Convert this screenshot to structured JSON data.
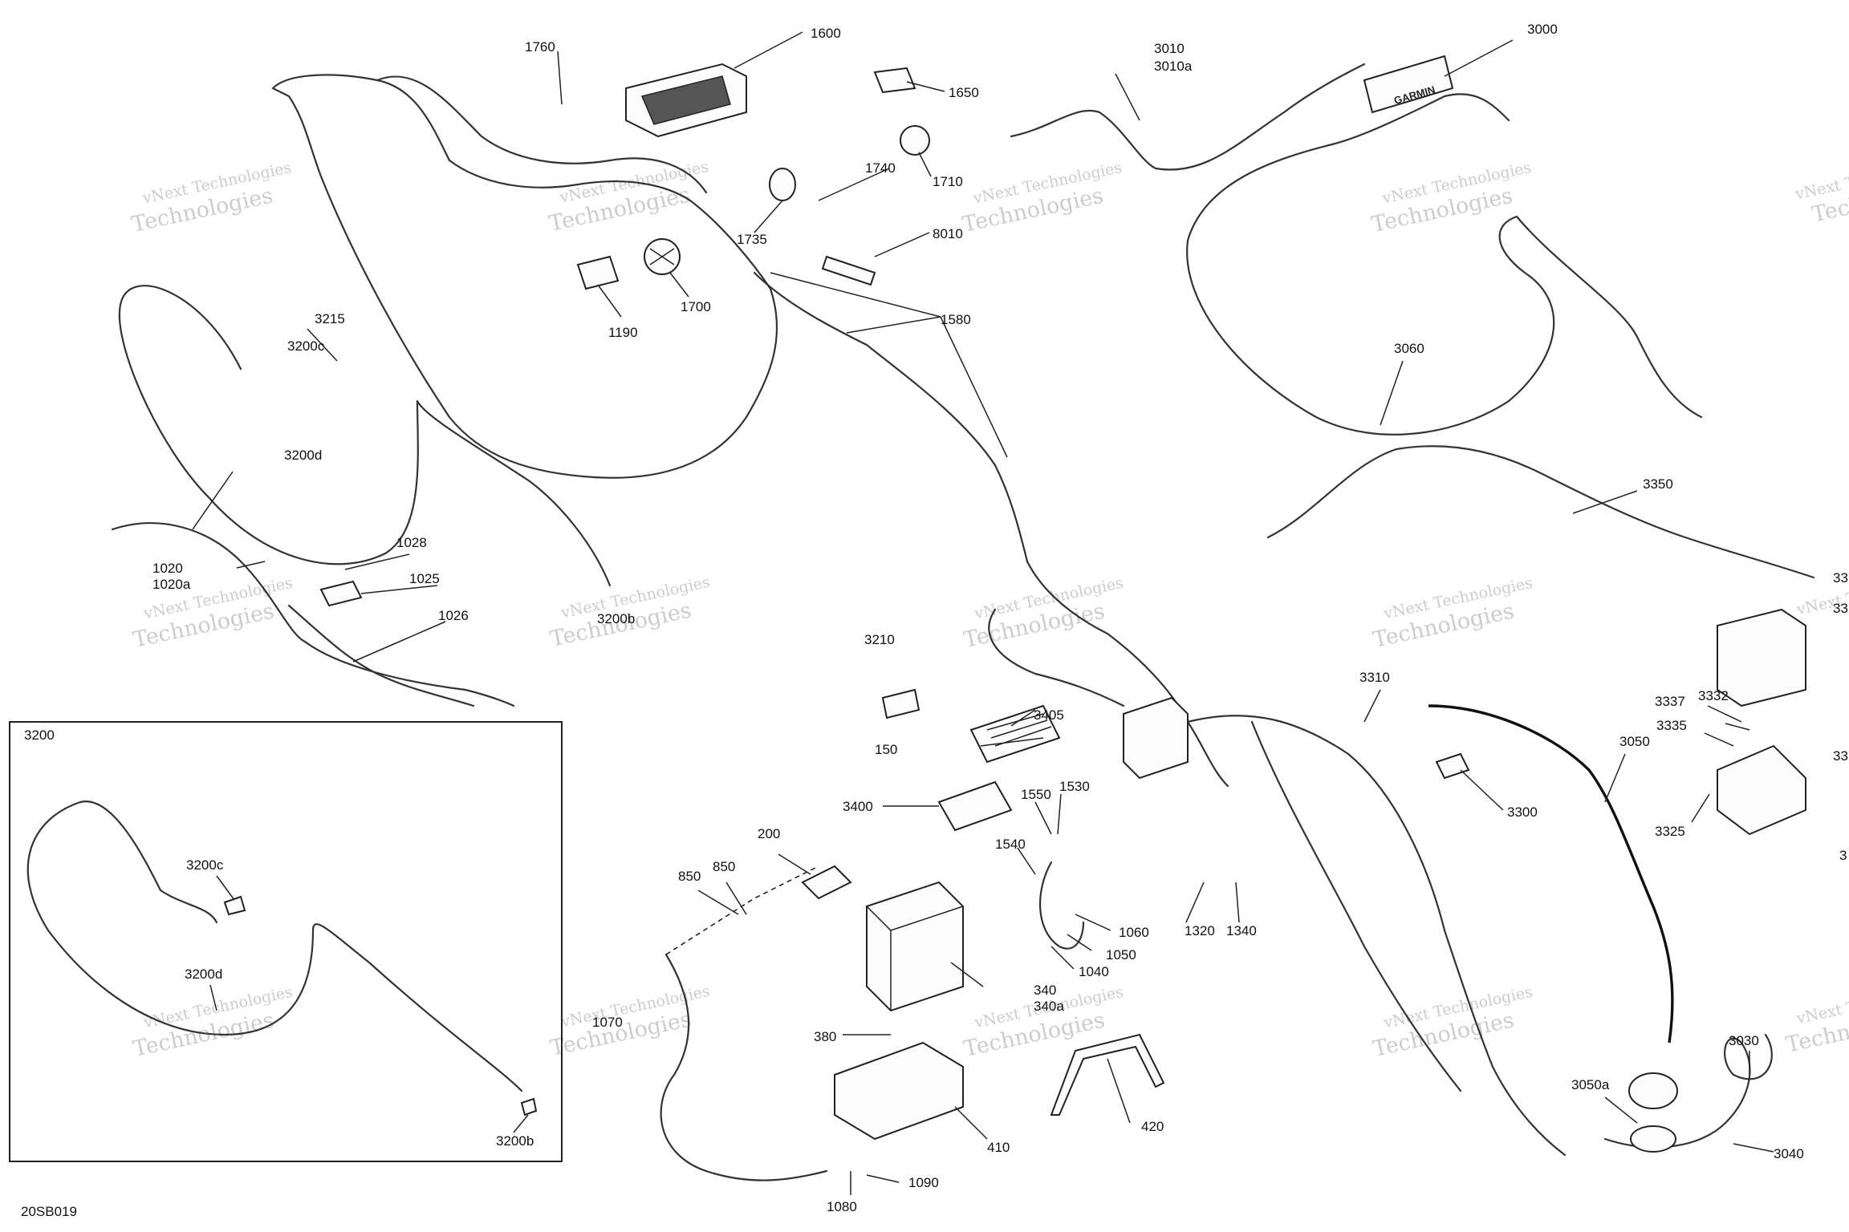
{
  "diagram_code": "20SB019",
  "inset_label": "3200",
  "watermark": {
    "line1": "vNext Technologies",
    "line2": "Technologies",
    "line3": "vNext"
  },
  "gps_brand": "GARMIN",
  "callouts": {
    "c1600": "1600",
    "c1760": "1760",
    "c1650": "1650",
    "c1740": "1740",
    "c1710": "1710",
    "c1735": "1735",
    "c8010": "8010",
    "c1190": "1190",
    "c1700": "1700",
    "c1580": "1580",
    "c3010": "3010",
    "c3010a": "3010a",
    "c3000": "3000",
    "c3060": "3060",
    "c3350": "3350",
    "c3215": "3215",
    "c3200c": "3200c",
    "c3200d": "3200d",
    "c1028": "1028",
    "c1020": "1020",
    "c1020a": "1020a",
    "c1025": "1025",
    "c1026": "1026",
    "c3200b": "3200b",
    "c3210": "3210",
    "c3405": "3405",
    "c150": "150",
    "c3400": "3400",
    "c1550": "1550",
    "c1530": "1530",
    "c1540": "1540",
    "c1060": "1060",
    "c1050": "1050",
    "c1040": "1040",
    "c200": "200",
    "c850a": "850",
    "c850b": "850",
    "c340": "340",
    "c340a": "340a",
    "c1070": "1070",
    "c380": "380",
    "c410": "410",
    "c420": "420",
    "c1080": "1080",
    "c1090": "1090",
    "c1320": "1320",
    "c1340": "1340",
    "c3310": "3310",
    "c3300": "3300",
    "c3050": "3050",
    "c3050a": "3050a",
    "c3030": "3030",
    "c3040": "3040",
    "c3337": "3337",
    "c3332": "3332",
    "c3335": "3335",
    "c3325": "3325",
    "c33a": "33",
    "c33b": "33",
    "c33c": "33",
    "c3edge": "3",
    "inset_3200c": "3200c",
    "inset_3200d": "3200d",
    "inset_3200b": "3200b"
  }
}
